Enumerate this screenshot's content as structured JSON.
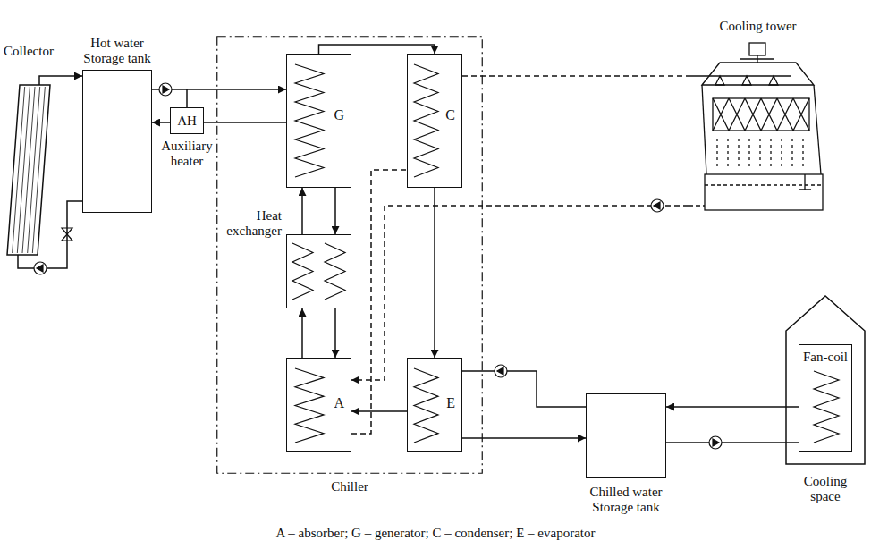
{
  "diagram": {
    "nodes": [
      {
        "text": [
          "Collector"
        ]
      },
      {
        "text": [
          "Hot water Storage tank"
        ]
      },
      {
        "text": [
          "Chiller"
        ]
      },
      {
        "text": [
          "AH",
          "Auxiliary heater"
        ]
      },
      {
        "text": [
          "G"
        ],
        "in": 2
      },
      {
        "text": [
          "C"
        ],
        "in": 2
      },
      {
        "text": [
          "Heat exchanger"
        ],
        "in": 2
      },
      {
        "text": [
          "A"
        ],
        "in": 2
      },
      {
        "text": [
          "E"
        ],
        "in": 2
      },
      {
        "text": [
          "Cooling tower"
        ]
      },
      {
        "text": [
          "Chilled water Storage tank"
        ]
      },
      {
        "text": [
          "Cooling space"
        ]
      },
      {
        "text": [
          "Fan-coil"
        ],
        "in": 11
      }
    ],
    "edges": [
      {
        "from": 0,
        "to": 1,
        "arrow": "to"
      },
      {
        "from": 1,
        "to": 0,
        "arrow": "none"
      },
      {
        "from": 1,
        "to": 4,
        "arrow": "to"
      },
      {
        "from": 4,
        "to": 3,
        "arrow": "none"
      },
      {
        "from": 3,
        "to": 1,
        "arrow": "to"
      },
      {
        "from": 4,
        "to": 5,
        "arrow": "to"
      },
      {
        "from": 5,
        "to": 8,
        "arrow": "to"
      },
      {
        "from": 8,
        "to": 7,
        "arrow": "to"
      },
      {
        "from": 7,
        "to": 6,
        "arrow": "to"
      },
      {
        "from": 6,
        "to": 4,
        "arrow": "to"
      },
      {
        "from": 4,
        "to": 6,
        "arrow": "to"
      },
      {
        "from": 6,
        "to": 7,
        "arrow": "to"
      },
      {
        "from": 5,
        "to": 9,
        "arrow": "none"
      },
      {
        "from": 9,
        "to": 7,
        "arrow": "to"
      },
      {
        "from": 7,
        "to": 5,
        "arrow": "none"
      },
      {
        "from": 10,
        "to": 8,
        "arrow": "none"
      },
      {
        "from": 8,
        "to": 10,
        "arrow": "to"
      },
      {
        "from": 12,
        "to": 10,
        "arrow": "to"
      },
      {
        "from": 10,
        "to": 12,
        "arrow": "none"
      }
    ],
    "labels": [
      "A – absorber; G – generator; C – condenser; E – evaporator"
    ]
  }
}
